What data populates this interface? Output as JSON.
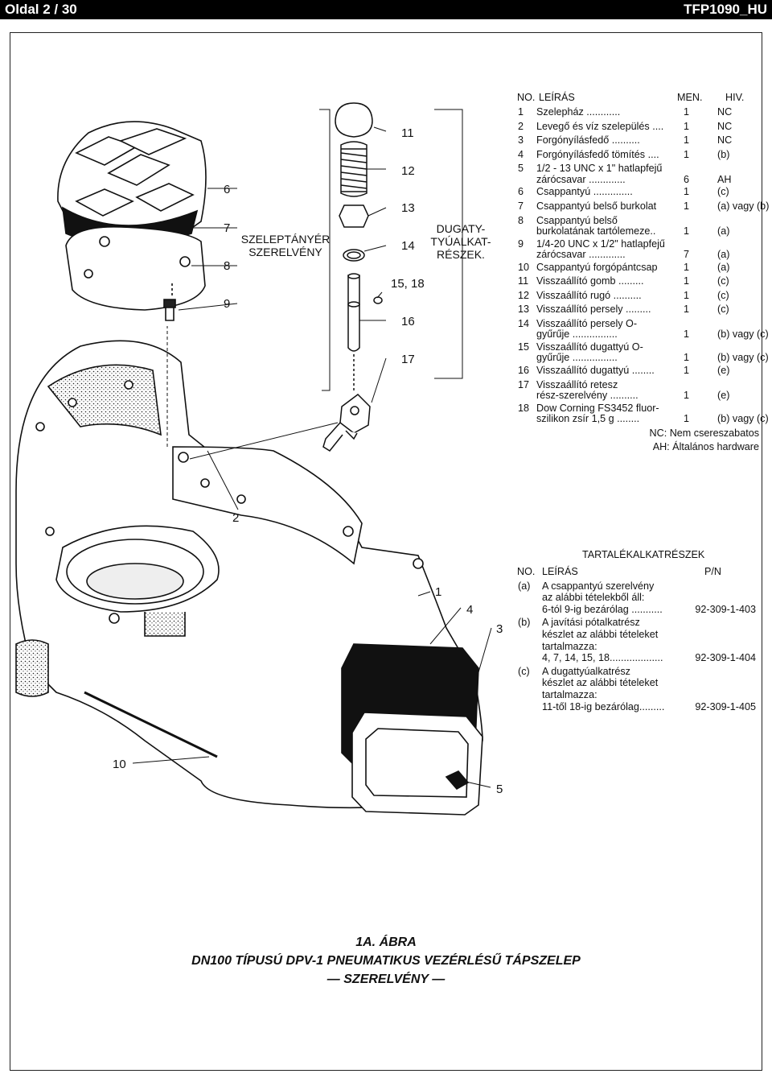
{
  "header": {
    "left": "Oldal 2 / 30",
    "right": "TFP1090_HU"
  },
  "callouts": {
    "n6": "6",
    "n7": "7",
    "n8": "8",
    "n9": "9",
    "n11": "11",
    "n12": "12",
    "n13": "13",
    "n14": "14",
    "n15_18": "15, 18",
    "n16": "16",
    "n17": "17",
    "n2": "2",
    "n1": "1",
    "n4": "4",
    "n3": "3",
    "n10": "10",
    "n5": "5",
    "seat_line1": "SZELEPTÁNYÉR",
    "seat_line2": "SZERELVÉNY",
    "plug_line1": "DUGATY-",
    "plug_line2": "TYÚALKAT-",
    "plug_line3": "RÉSZEK."
  },
  "parts_table": {
    "headers": {
      "no": "NO.",
      "desc": "LEÍRÁS",
      "qty": "MEN.",
      "rev": "HIV."
    },
    "rows": [
      {
        "no": "1",
        "desc": "Szelepház ............",
        "qty": "1",
        "rev": "NC"
      },
      {
        "no": "2",
        "desc": " Levegő és víz szelepülés ....",
        "qty": "1",
        "rev": "NC"
      },
      {
        "no": "3",
        "desc": "Forgónyílásfedő ..........",
        "qty": "1",
        "rev": "NC"
      },
      {
        "no": "4",
        "desc": "Forgónyílásfedő tömítés ....",
        "qty": "1",
        "rev": "(b)"
      },
      {
        "no": "5",
        "desc": "1/2 - 13 UNC x 1\" hatlapfejű",
        "desc2": "zárócsavar .............",
        "qty": "6",
        "rev": "AH"
      },
      {
        "no": "6",
        "desc": "Csappantyú ..............",
        "qty": "1",
        "rev": "(c)"
      },
      {
        "no": "7",
        "desc": "Csappantyú belső burkolat",
        "qty": "1",
        "rev": "(a) vagy (b)"
      },
      {
        "no": "8",
        "desc": "Csappantyú belső",
        "desc2": "burkolatának tartólemeze..",
        "qty": "1",
        "rev": "(a)"
      },
      {
        "no": "9",
        "desc": "1/4-20 UNC x 1/2\" hatlapfejű",
        "desc2": "zárócsavar .............",
        "qty": "7",
        "rev": "(a)"
      },
      {
        "no": "10",
        "desc": "Csappantyú forgópántcsap",
        "qty": "1",
        "rev": "(a)"
      },
      {
        "no": "11",
        "desc": "Visszaállító gomb .........",
        "qty": "1",
        "rev": "(c)"
      },
      {
        "no": "12",
        "desc": "Visszaállító rugó ..........",
        "qty": "1",
        "rev": "(c)"
      },
      {
        "no": "13",
        "desc": "Visszaállító persely .........",
        "qty": "1",
        "rev": "(c)"
      },
      {
        "no": "14",
        "desc": "Visszaállító persely O-",
        "desc2": "gyűrűje ................",
        "qty": "1",
        "rev": "(b) vagy (c)"
      },
      {
        "no": "15",
        "desc": "Visszaállító dugattyú O-",
        "desc2": "gyűrűje ................",
        "qty": "1",
        "rev": "(b) vagy (c)"
      },
      {
        "no": "16",
        "desc": "Visszaállító dugattyú ........",
        "qty": "1",
        "rev": "(e)"
      },
      {
        "no": "17",
        "desc": "Visszaállító retesz",
        "desc2": "rész-szerelvény ..........",
        "qty": "1",
        "rev": "(e)"
      },
      {
        "no": "18",
        "desc": "Dow Corning FS3452 fluor-",
        "desc2": "szilikon zsír 1,5 g ........",
        "qty": "1",
        "rev": "(b) vagy (c)"
      }
    ],
    "legend_nc": "NC: Nem csereszabatos",
    "legend_ah": "AH: Általános hardware"
  },
  "kits": {
    "title": "TARTALÉKALKATRÉSZEK",
    "headers": {
      "no": "NO.",
      "desc": "LEÍRÁS",
      "pn": "P/N"
    },
    "items": [
      {
        "no": "(a)",
        "desc": "A csappantyú szerelvény\naz alábbi tételekből áll:\n6-tól 9-ig bezárólag ...........",
        "pn": "92-309-1-403"
      },
      {
        "no": "(b)",
        "desc": "A javítási pótalkatrész\nkészlet az alábbi tételeket\ntartalmazza:\n4, 7, 14, 15, 18...................",
        "pn": "92-309-1-404"
      },
      {
        "no": "(c)",
        "desc": "A dugattyúalkatrész\nkészlet az alábbi tételeket\ntartalmazza:\n11-től 18-ig bezárólag.........",
        "pn": "92-309-1-405"
      }
    ]
  },
  "caption": {
    "line1": "1A. ÁBRA",
    "line2": "DN100 TÍPUSÚ DPV-1 PNEUMATIKUS VEZÉRLÉSŰ TÁPSZELEP",
    "line3": "— SZERELVÉNY —"
  }
}
